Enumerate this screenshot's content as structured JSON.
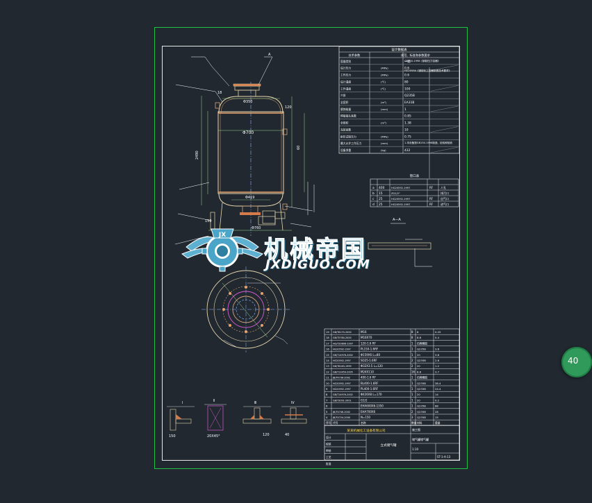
{
  "spec_table": {
    "title": "设计数据表",
    "col_headers": [
      "技术参数",
      "规范、标准和参数要求"
    ],
    "rows": [
      {
        "label": "容器类别",
        "unit": "",
        "value": "一类"
      },
      {
        "label": "设计压力",
        "unit": "MPa",
        "value": "0.6"
      },
      {
        "label": "工作压力",
        "unit": "MPa",
        "value": "0.6"
      },
      {
        "label": "设计温度",
        "unit": "℃",
        "value": "80"
      },
      {
        "label": "工作温度",
        "unit": "℃",
        "value": "100"
      },
      {
        "label": "介质",
        "unit": "",
        "value": "Q235B"
      },
      {
        "label": "全容积",
        "unit": "m³",
        "value": "EA31B"
      },
      {
        "label": "腐蚀裕量",
        "unit": "mm",
        "value": "1"
      },
      {
        "label": "焊接接头系数",
        "unit": "",
        "value": "0.85"
      },
      {
        "label": "全容积",
        "unit": "m³",
        "value": "1.38"
      },
      {
        "label": "充装系数",
        "unit": "",
        "value": "10"
      },
      {
        "label": "耐压试验压力",
        "unit": "MPa",
        "value": "0.75"
      },
      {
        "label": "最大允许工作压力",
        "unit": "mm",
        "value": ""
      },
      {
        "label": "设备净重",
        "unit": "kg",
        "value": "432"
      }
    ],
    "standard_notes": [
      "GB150-1998《钢制压力容器》",
      "HG20584《钢制化工容器制造技术要求》"
    ],
    "bottom_note": "1.本设备按GB150-1998制造、检验和验收"
  },
  "nozzle_table": {
    "title": "管口表",
    "rows": [
      {
        "mark": "a",
        "dn": "400",
        "std": "HG20592-1997",
        "face": "RF",
        "use": "人孔"
      },
      {
        "mark": "b",
        "dn": "15",
        "std": "ZG1/2\"",
        "face": "",
        "use": "排污口"
      },
      {
        "mark": "c",
        "dn": "25",
        "std": "HG20592-1997",
        "face": "RF",
        "use": "出气口"
      },
      {
        "mark": "d",
        "dn": "25",
        "std": "HG20592-1997",
        "face": "RF",
        "use": "进气口"
      }
    ]
  },
  "drawing_labels": {
    "shell_dia": "Φ700",
    "height": "2490",
    "flange_dim": "Φ350",
    "base_dim": "Φ760",
    "bottom_dim": "Φ419",
    "part_top": "A",
    "section_a": "A—A",
    "dim_150": "150",
    "dim_60": "60",
    "dim_18": "18",
    "dim_120": "120"
  },
  "bom": {
    "rows": [
      {
        "no": "19",
        "code": "GB/T6170-2000",
        "name": "M16",
        "qty": "8",
        "mat": "8",
        "weight": "0.25"
      },
      {
        "no": "18",
        "code": "GB/T5780-2000",
        "name": "M16X70",
        "qty": "8",
        "mat": "8.8",
        "weight": "0.4"
      },
      {
        "no": "17",
        "code": "HG/T20606-1997",
        "name": "120-1.6 RF",
        "qty": "1",
        "mat": "石棉橡胶",
        "weight": ""
      },
      {
        "no": "16",
        "code": "HG20592-1997",
        "name": "PL150-1.6RF",
        "qty": "1",
        "mat": "Q235B",
        "weight": "3.6"
      },
      {
        "no": "15",
        "code": "GB/T14976-2002",
        "name": "Φ159X6 L=80",
        "qty": "1",
        "mat": "20",
        "weight": "3.6"
      },
      {
        "no": "14",
        "code": "HG20592-1997",
        "name": "SO25-1.6RF",
        "qty": "2",
        "mat": "Q235B",
        "weight": "2.6"
      },
      {
        "no": "13",
        "code": "GB/T8163-1999",
        "name": "Φ32X3.5 L=120",
        "qty": "2",
        "mat": "20",
        "weight": "1.2"
      },
      {
        "no": "12",
        "code": "GB/T12459-2005",
        "name": "M24X110",
        "qty": "16",
        "mat": "8.8",
        "weight": "3.7"
      },
      {
        "no": "11",
        "code": "JB/T4736-2002",
        "name": "400-1.6 RF",
        "qty": "1",
        "mat": "石棉橡胶",
        "weight": ""
      },
      {
        "no": "10",
        "code": "HG20592-1997",
        "name": "BL400-1.6RF",
        "qty": "1",
        "mat": "Q235B",
        "weight": "38.4"
      },
      {
        "no": "9",
        "code": "HG20592-1997",
        "name": "PL400-1.6RF",
        "qty": "1",
        "mat": "Q235B",
        "weight": "24.4"
      },
      {
        "no": "8",
        "code": "GB/T14976-2002",
        "name": "Φ426X8 L=170",
        "qty": "1",
        "mat": "20",
        "weight": "14"
      },
      {
        "no": "7",
        "code": "GB/T3091-2001",
        "name": "G1/2",
        "qty": "1",
        "mat": "20",
        "weight": "0.2"
      },
      {
        "no": "6",
        "code": "",
        "name": "EHA600X6-1350",
        "qty": "1",
        "mat": "Q235B",
        "weight": "88"
      },
      {
        "no": "5",
        "code": "JB/T4746-2002",
        "name": "EHA700X6",
        "qty": "2",
        "mat": "Q235B",
        "weight": "28"
      },
      {
        "no": "4",
        "code": "JB/T4724-2000",
        "name": "N=150",
        "qty": "3",
        "mat": "Q235B",
        "weight": "15"
      }
    ],
    "header": {
      "no": "序号",
      "code": "代号",
      "name": "名称",
      "qty": "数量",
      "mat": "材料",
      "weight": "重量"
    },
    "company": "某某机械化工设备有限公司",
    "title_cells": [
      "立式储气罐",
      "设计",
      "校核",
      "审核",
      "工艺",
      "批准"
    ],
    "drawing_name": "储气罐储气罐",
    "drawing_no": "ST-1-A-13",
    "scale": "1:10",
    "stage": "施工图"
  },
  "details": {
    "labels": [
      "Ⅰ",
      "Ⅱ",
      "Ⅲ",
      "Ⅳ"
    ],
    "dims": [
      "150",
      "20X45°",
      "120",
      "40"
    ]
  },
  "watermark": {
    "title": "机械帝国",
    "domain": "JXDIGUO.COM"
  },
  "fab": {
    "label": "40"
  }
}
